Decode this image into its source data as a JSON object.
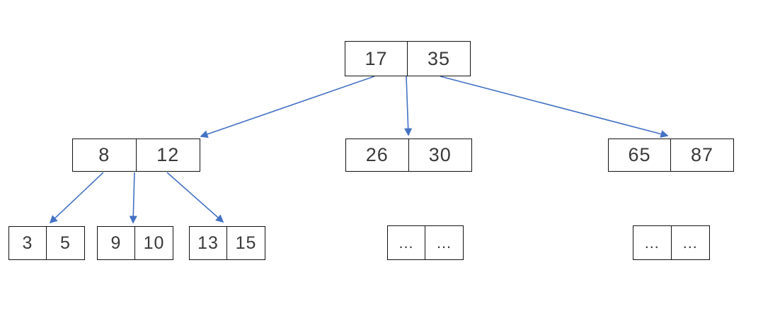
{
  "diagram": {
    "type": "b-tree",
    "colors": {
      "arrow": "#4472C4",
      "border": "#111111",
      "text": "#3a3a3a",
      "background": "#ffffff"
    },
    "nodes": [
      {
        "name": "root",
        "level": 0,
        "keys": [
          "17",
          "35"
        ]
      },
      {
        "name": "internal-8-12",
        "level": 1,
        "keys": [
          "8",
          "12"
        ]
      },
      {
        "name": "internal-26-30",
        "level": 1,
        "keys": [
          "26",
          "30"
        ]
      },
      {
        "name": "internal-65-87",
        "level": 1,
        "keys": [
          "65",
          "87"
        ]
      },
      {
        "name": "leaf-3-5",
        "level": 2,
        "keys": [
          "3",
          "5"
        ]
      },
      {
        "name": "leaf-9-10",
        "level": 2,
        "keys": [
          "9",
          "10"
        ]
      },
      {
        "name": "leaf-13-15",
        "level": 2,
        "keys": [
          "13",
          "15"
        ]
      },
      {
        "name": "leaf-ellipsis-middle",
        "level": 2,
        "keys": [
          "…",
          "…"
        ]
      },
      {
        "name": "leaf-ellipsis-right",
        "level": 2,
        "keys": [
          "…",
          "…"
        ]
      }
    ],
    "edges": [
      {
        "from": "root",
        "to": "internal-8-12"
      },
      {
        "from": "root",
        "to": "internal-26-30"
      },
      {
        "from": "root",
        "to": "internal-65-87"
      },
      {
        "from": "internal-8-12",
        "to": "leaf-3-5"
      },
      {
        "from": "internal-8-12",
        "to": "leaf-9-10"
      },
      {
        "from": "internal-8-12",
        "to": "leaf-13-15"
      }
    ]
  }
}
